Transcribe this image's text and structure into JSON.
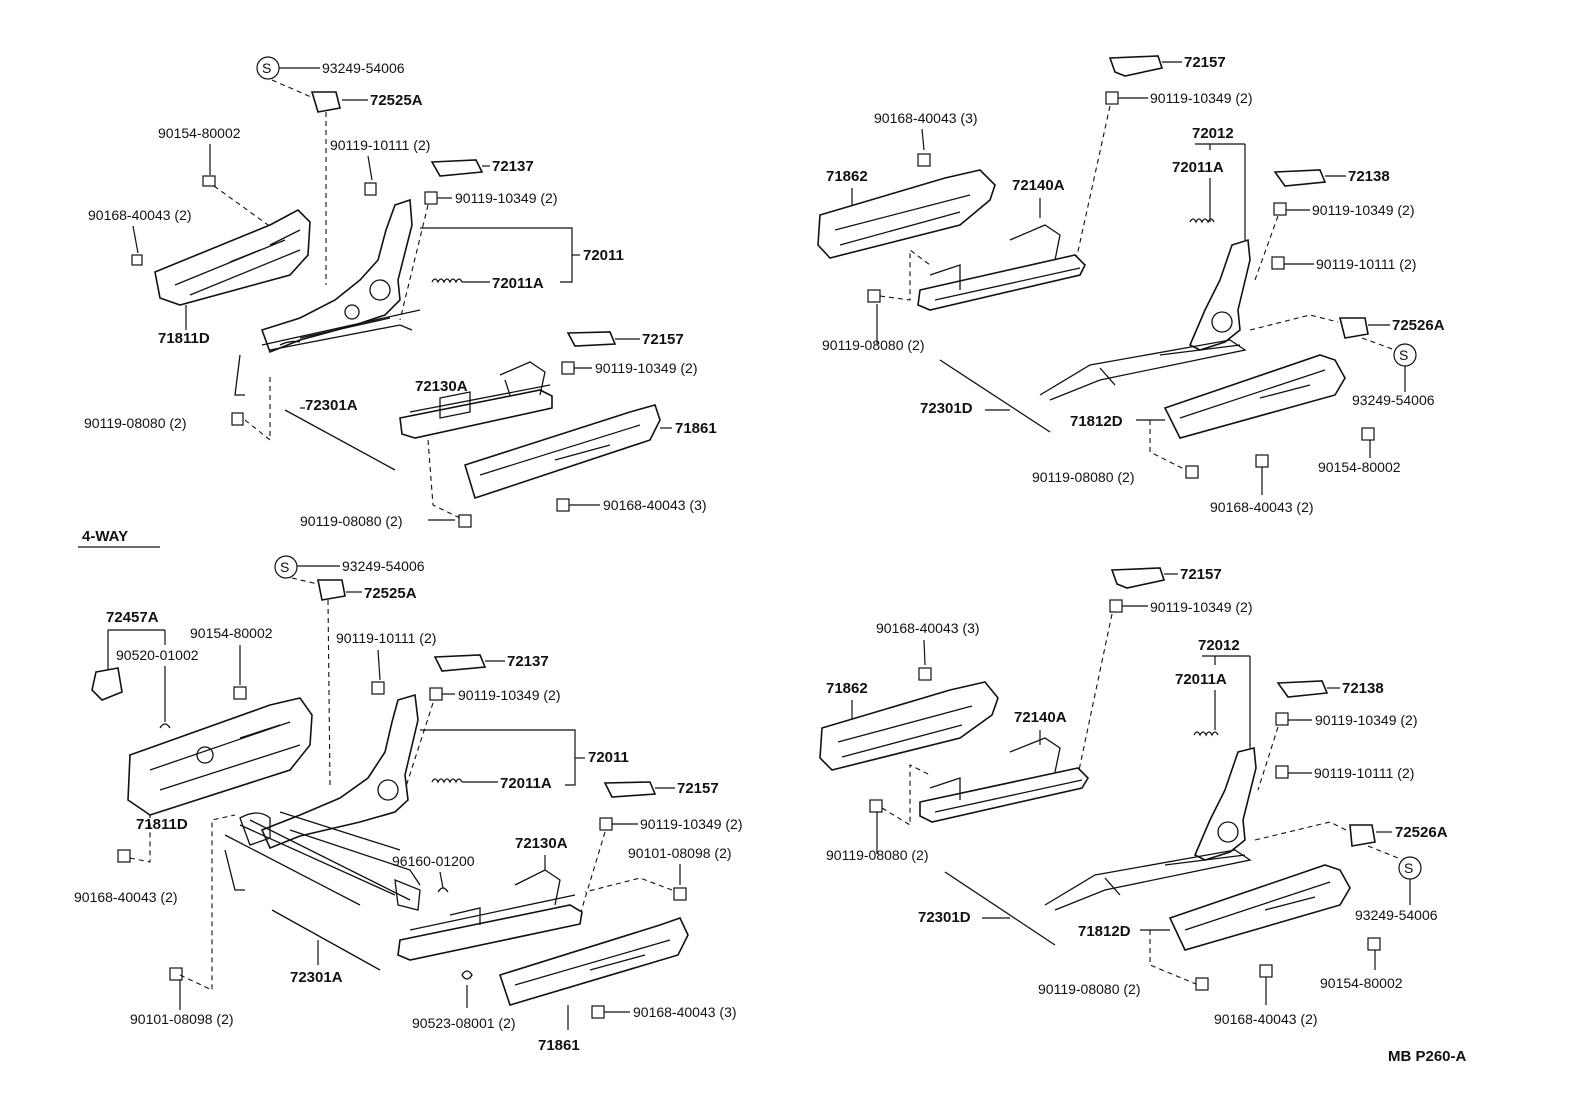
{
  "section_label": "4-WAY",
  "drawing_code": "MB P260-A",
  "service_symbol": "S",
  "callouts": {
    "tl": {
      "s1": "93249-54006",
      "p72525a": "72525A",
      "p90154": "90154-80002",
      "p90119_10111": "90119-10111 (2)",
      "p72137": "72137",
      "p90119_10349": "90119-10349 (2)",
      "p90168_2": "90168-40043 (2)",
      "p72011": "72011",
      "p72011a": "72011A",
      "p71811d": "71811D",
      "p72157": "72157",
      "p90119_10349b": "90119-10349 (2)",
      "p72130a": "72130A",
      "p72301a": "72301A",
      "p90119_08080": "90119-08080 (2)",
      "p71861": "71861",
      "p90168_3": "90168-40043 (3)",
      "p90119_08080b": "90119-08080 (2)"
    },
    "tr": {
      "p72157": "72157",
      "p90119_10349": "90119-10349 (2)",
      "p90168_3": "90168-40043 (3)",
      "p72012": "72012",
      "p72011a": "72011A",
      "p71862": "71862",
      "p72140a": "72140A",
      "p72138": "72138",
      "p90119_10349b": "90119-10349 (2)",
      "p90119_10111": "90119-10111 (2)",
      "p72526a": "72526A",
      "p90119_08080": "90119-08080 (2)",
      "s1": "93249-54006",
      "p72301d": "72301D",
      "p71812d": "71812D",
      "p90154": "90154-80002",
      "p90119_08080b": "90119-08080 (2)",
      "p90168_2": "90168-40043 (2)"
    },
    "bl": {
      "s1": "93249-54006",
      "p72525a": "72525A",
      "p72457a": "72457A",
      "p90154": "90154-80002",
      "p90520": "90520-01002",
      "p90119_10111": "90119-10111 (2)",
      "p72137": "72137",
      "p90119_10349": "90119-10349 (2)",
      "p72011": "72011",
      "p72011a": "72011A",
      "p72157": "72157",
      "p71811d": "71811D",
      "p90119_10349b": "90119-10349 (2)",
      "p72130a": "72130A",
      "p90101": "90101-08098 (2)",
      "p96160": "96160-01200",
      "p90168_2": "90168-40043 (2)",
      "p72301a": "72301A",
      "p90101b": "90101-08098 (2)",
      "p90523": "90523-08001 (2)",
      "p90168_3": "90168-40043 (3)",
      "p71861": "71861"
    },
    "br": {
      "p72157": "72157",
      "p90119_10349": "90119-10349 (2)",
      "p90168_3": "90168-40043 (3)",
      "p72012": "72012",
      "p72011a": "72011A",
      "p72138": "72138",
      "p71862": "71862",
      "p90119_10349b": "90119-10349 (2)",
      "p72140a": "72140A",
      "p90119_10111": "90119-10111 (2)",
      "p72526a": "72526A",
      "p90119_08080": "90119-08080 (2)",
      "s1": "93249-54006",
      "p72301d": "72301D",
      "p71812d": "71812D",
      "p90119_08080b": "90119-08080 (2)",
      "p90154": "90154-80002",
      "p90168_2": "90168-40043 (2)"
    }
  }
}
